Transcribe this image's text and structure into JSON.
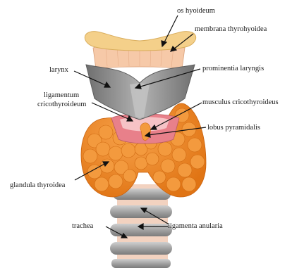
{
  "labels": {
    "os_hyoideum": "os hyoideum",
    "membrana_thyrohyoidea": "membrana thyrohyoidea",
    "larynx": "larynx",
    "prominentia_laryngis": "prominentia laryngis",
    "ligamentum": "ligamentum",
    "cricothyroideum": "cricothyroideum",
    "musculus_cricothyroideus": "musculus cricothyroideus",
    "lobus_pyramidalis": "lobus pyramidalis",
    "glandula_thyroidea": "glandula thyroidea",
    "trachea": "trachea",
    "ligamenta_anularia": "ligamenta anularia"
  },
  "colors": {
    "hyoid": "#f4d08a",
    "membrane": "#f6c9a8",
    "cartilage": "#8f8f8f",
    "muscle": "#e8808a",
    "thyroid": "#f08a2a",
    "trachea_ring": "#a9a9a9"
  }
}
